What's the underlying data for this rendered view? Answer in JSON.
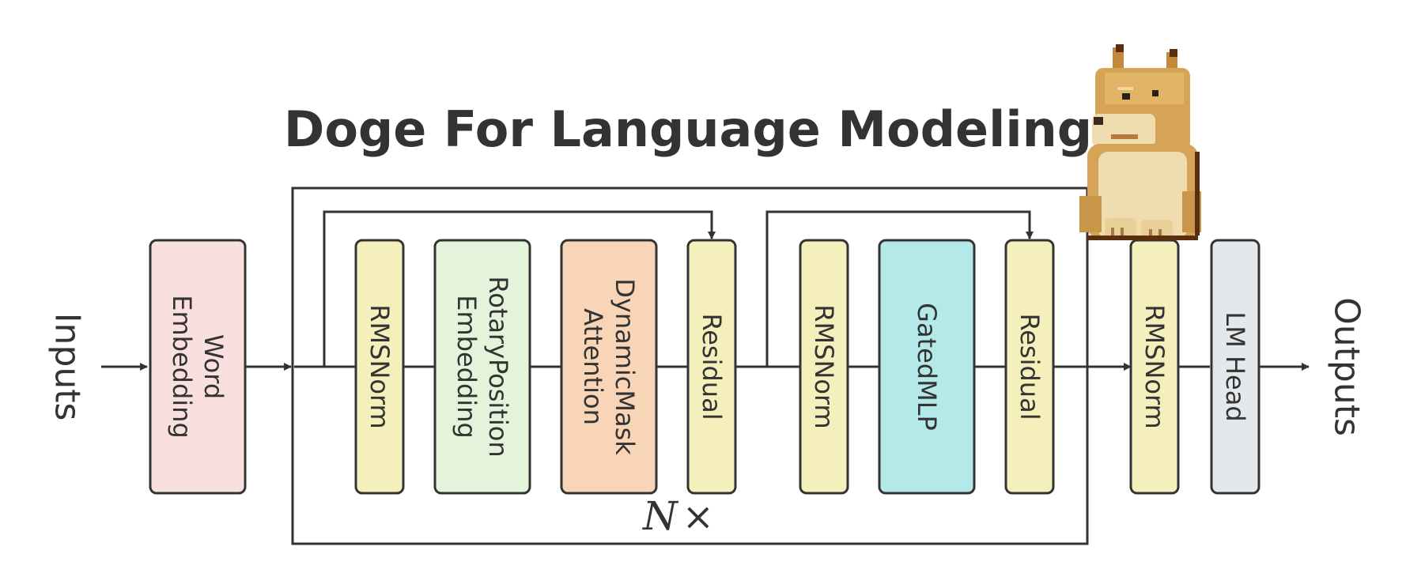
{
  "title": "Doge For Language Modeling",
  "input_label": "Inputs",
  "output_label": "Outputs",
  "repeat_label": "N",
  "repeat_symbol": "×",
  "blocks": [
    {
      "id": "word-embedding",
      "lines": [
        "Word",
        "Embedding"
      ],
      "color": "#fadfdf"
    },
    {
      "id": "rmsnorm-1",
      "lines": [
        "RMSNorm"
      ],
      "color": "#f5efbb"
    },
    {
      "id": "rotary-position-embedding",
      "lines": [
        "RotaryPosition",
        "Embedding"
      ],
      "color": "#e3f4da"
    },
    {
      "id": "dynamic-mask-attention",
      "lines": [
        "DynamicMask",
        "Attention"
      ],
      "color": "#f8d5b7"
    },
    {
      "id": "residual-1",
      "lines": [
        "Residual"
      ],
      "color": "#f5efbb"
    },
    {
      "id": "rmsnorm-2",
      "lines": [
        "RMSNorm"
      ],
      "color": "#f5efbb"
    },
    {
      "id": "gated-mlp",
      "lines": [
        "GatedMLP"
      ],
      "color": "#b4e9ea"
    },
    {
      "id": "residual-2",
      "lines": [
        "Residual"
      ],
      "color": "#f5efbb"
    },
    {
      "id": "rmsnorm-final",
      "lines": [
        "RMSNorm"
      ],
      "color": "#f5efbb"
    },
    {
      "id": "lm-head",
      "lines": [
        "LM Head"
      ],
      "color": "#e4e8eb"
    }
  ],
  "mascot_icon": "doge-pixel-icon"
}
